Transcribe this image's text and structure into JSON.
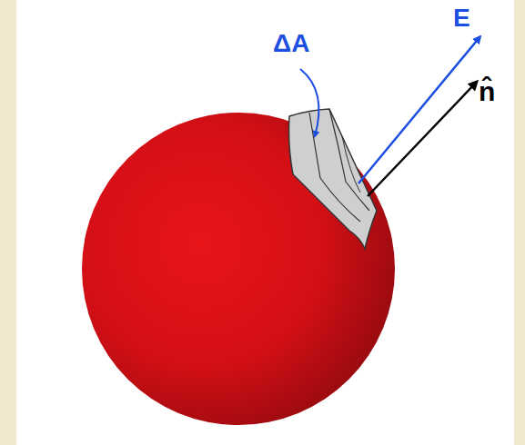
{
  "diagram": {
    "labels": [
      "ΔA",
      "E",
      "n̂"
    ]
  }
}
